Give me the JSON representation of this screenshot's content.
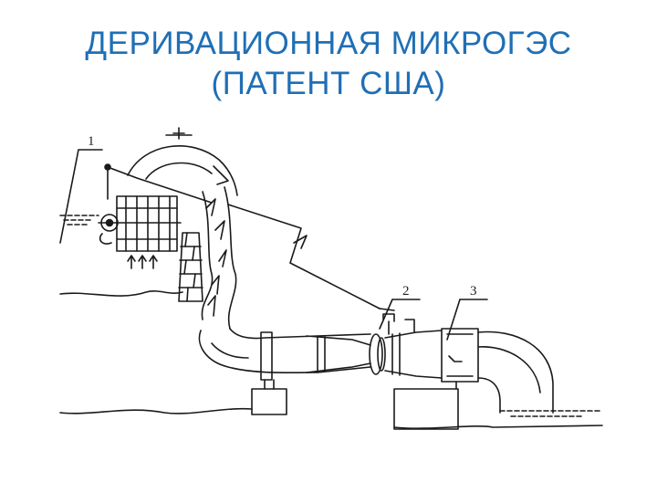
{
  "slide": {
    "title_line1": "ДЕРИВАЦИОННАЯ МИКРОГЭС",
    "title_line2": "(ПАТЕНТ США)"
  },
  "diagram": {
    "callouts": [
      "1",
      "2",
      "3"
    ]
  },
  "colors": {
    "title": "#1f6fb5",
    "ink": "#1a1a1a",
    "background": "#ffffff"
  }
}
